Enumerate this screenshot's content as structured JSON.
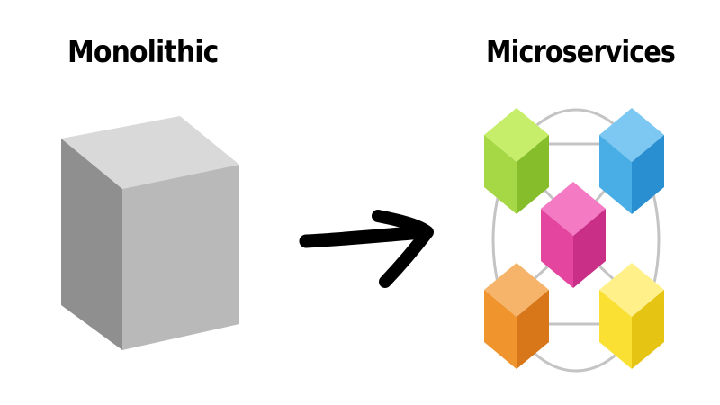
{
  "left_label": "Monolithic",
  "right_label": "Microservices",
  "colors": {
    "monolith_front": "#b9b9b9",
    "monolith_side": "#8f8f8f",
    "monolith_top": "#d9d9d9",
    "arrow": "#000000",
    "connector": "#c4c4c4"
  },
  "services": [
    {
      "name": "green",
      "top": "#c6ee6a",
      "left": "#a5d844",
      "right": "#86bd2a"
    },
    {
      "name": "blue",
      "top": "#7cc8f2",
      "left": "#4aaee6",
      "right": "#2a8fd0"
    },
    {
      "name": "pink",
      "top": "#f47ac4",
      "left": "#e4469f",
      "right": "#c92f86"
    },
    {
      "name": "orange",
      "top": "#f6b46a",
      "left": "#f0952e",
      "right": "#d8771a"
    },
    {
      "name": "yellow",
      "top": "#fff08a",
      "left": "#fbe034",
      "right": "#e6c414"
    }
  ]
}
